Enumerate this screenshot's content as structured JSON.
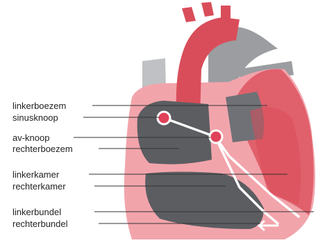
{
  "labels": {
    "linkerboezem": "linkerboezem",
    "sinusknoop": "sinusknoop",
    "av_knoop": "av-knoop",
    "rechterboezem": "rechterboezem",
    "linkerkamer": "linkerkamer",
    "rechterkamer": "rechterkamer",
    "linkerbundel": "linkerbundel",
    "rechterbundel": "rechterbundel"
  },
  "colors": {
    "muscle_red": "#e0606c",
    "muscle_pink": "#f2a4ab",
    "artery_red": "#d94d5a",
    "vessel_gray": "#9b9da1",
    "vessel_light": "#bfc1c4",
    "chamber_dark": "#5b5d61",
    "chamber_mid": "#6f7176",
    "node": "#e0415a",
    "pathway": "#ffffff",
    "leader": "#333333"
  }
}
